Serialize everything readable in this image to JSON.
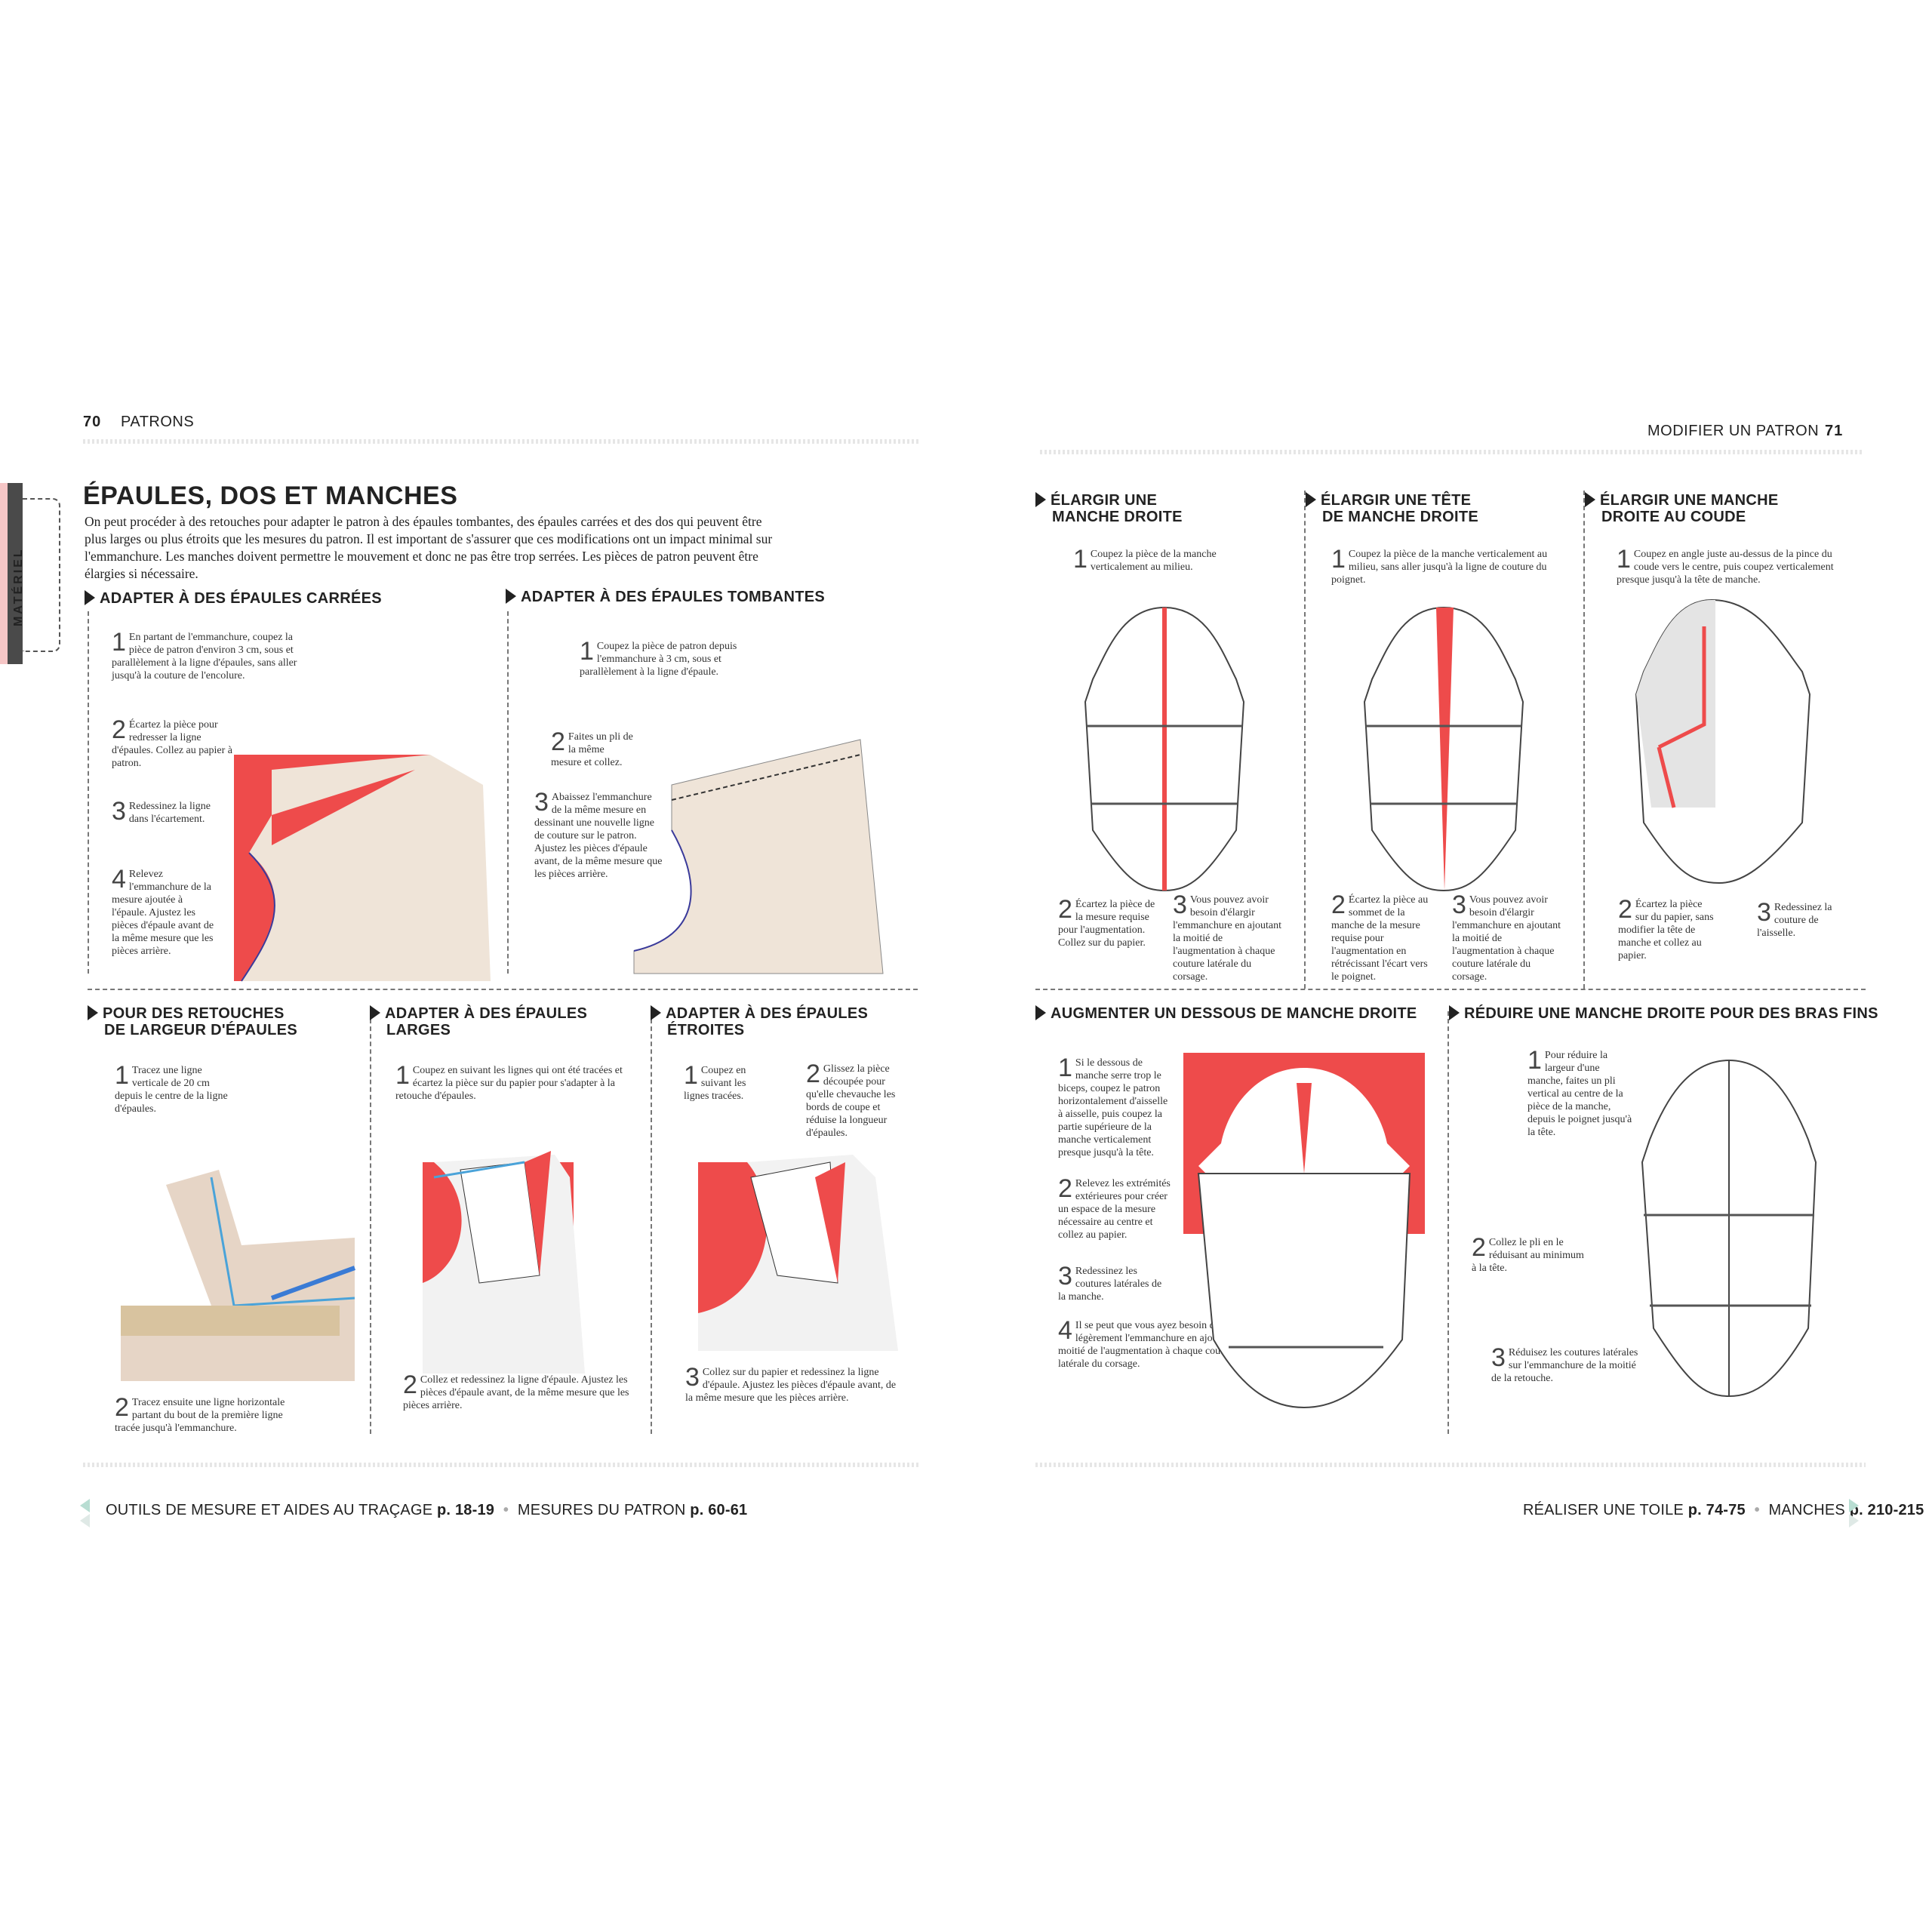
{
  "left": {
    "folio": "70",
    "running_head": "PATRONS",
    "side_tab": "MATÉRIEL",
    "title": "ÉPAULES, DOS ET MANCHES",
    "intro": "On peut procéder à des retouches pour adapter le patron à des épaules tombantes, des épaules carrées et des dos qui peuvent être plus larges ou plus étroits que les mesures du patron. Il est important de s'assurer que ces modifications ont un impact minimal sur l'emmanchure. Les manches doivent permettre le mouvement et donc ne pas être trop serrées. Les pièces de patron peuvent être élargies si nécessaire.",
    "sections": {
      "carrees": {
        "title": "ADAPTER À DES ÉPAULES CARRÉES",
        "steps": [
          {
            "n": "1",
            "text": "En partant de l'emmanchure, coupez la pièce de patron d'environ 3 cm, sous et parallèlement à la ligne d'épaules, sans aller jusqu'à la couture de l'encolure."
          },
          {
            "n": "2",
            "text": "Écartez la pièce pour redresser la ligne d'épaules. Collez au papier à patron."
          },
          {
            "n": "3",
            "text": "Redessinez la ligne dans l'écartement."
          },
          {
            "n": "4",
            "text": "Relevez l'emmanchure de la mesure ajoutée à l'épaule. Ajustez les pièces d'épaule avant de la même mesure que les pièces arrière."
          }
        ]
      },
      "tombantes": {
        "title": "ADAPTER À DES ÉPAULES TOMBANTES",
        "steps": [
          {
            "n": "1",
            "text": "Coupez la pièce de patron depuis l'emmanchure à 3 cm, sous et parallèlement à la ligne d'épaule."
          },
          {
            "n": "2",
            "text": "Faites un pli de la même mesure et collez."
          },
          {
            "n": "3",
            "text": "Abaissez l'emmanchure de la même mesure en dessinant une nouvelle ligne de couture sur le patron. Ajustez les pièces d'épaule avant, de la même mesure que les pièces arrière."
          }
        ]
      },
      "retouches": {
        "title_line1": "POUR DES RETOUCHES",
        "title_line2": "DE LARGEUR D'ÉPAULES",
        "steps": [
          {
            "n": "1",
            "text": "Tracez une ligne verticale de 20 cm depuis le centre de la ligne d'épaules."
          },
          {
            "n": "2",
            "text": "Tracez ensuite une ligne horizontale partant du bout de la première ligne tracée jusqu'à l'emmanchure."
          }
        ]
      },
      "larges": {
        "title_line1": "ADAPTER À DES ÉPAULES",
        "title_line2": "LARGES",
        "steps": [
          {
            "n": "1",
            "text": "Coupez en suivant les lignes qui ont été tracées et écartez la pièce sur du papier pour s'adapter à la retouche d'épaules."
          },
          {
            "n": "2",
            "text": "Collez et redessinez la ligne d'épaule. Ajustez les pièces d'épaule avant, de la même mesure que les pièces arrière."
          }
        ]
      },
      "etroites": {
        "title_line1": "ADAPTER À DES ÉPAULES",
        "title_line2": "ÉTROITES",
        "steps": [
          {
            "n": "1",
            "text": "Coupez en suivant les lignes tracées."
          },
          {
            "n": "2",
            "text": "Glissez la pièce découpée pour qu'elle chevauche les bords de coupe et réduise la longueur d'épaules."
          },
          {
            "n": "3",
            "text": "Collez sur du papier et redessinez la ligne d'épaule. Ajustez les pièces d'épaule avant, de la même mesure que les pièces arrière."
          }
        ]
      }
    },
    "footer": {
      "ref1_label": "OUTILS DE MESURE ET AIDES AU TRAÇAGE",
      "ref1_page": "p. 18-19",
      "ref2_label": "MESURES DU PATRON",
      "ref2_page": "p. 60-61"
    }
  },
  "right": {
    "folio": "71",
    "running_head": "MODIFIER UN PATRON",
    "sections": {
      "elargir": {
        "title_line1": "ÉLARGIR UNE",
        "title_line2": "MANCHE DROITE",
        "steps": [
          {
            "n": "1",
            "text": "Coupez la pièce de la manche verticalement au milieu."
          },
          {
            "n": "2",
            "text": "Écartez la pièce de la mesure requise pour l'augmentation. Collez sur du papier."
          },
          {
            "n": "3",
            "text": "Vous pouvez avoir besoin d'élargir l'emmanchure en ajoutant la moitié de l'augmentation à chaque couture latérale du corsage."
          }
        ]
      },
      "tete": {
        "title_line1": "ÉLARGIR UNE TÊTE",
        "title_line2": "DE MANCHE DROITE",
        "steps": [
          {
            "n": "1",
            "text": "Coupez la pièce de la manche verticalement au milieu, sans aller jusqu'à la ligne de couture du poignet."
          },
          {
            "n": "2",
            "text": "Écartez la pièce au sommet de la manche de la mesure requise pour l'augmentation en rétrécissant l'écart vers le poignet."
          },
          {
            "n": "3",
            "text": "Vous pouvez avoir besoin d'élargir l'emmanchure en ajoutant la moitié de l'augmentation à chaque couture latérale du corsage."
          }
        ]
      },
      "coude": {
        "title_line1": "ÉLARGIR UNE MANCHE",
        "title_line2": "DROITE AU COUDE",
        "steps": [
          {
            "n": "1",
            "text": "Coupez en angle juste au-dessus de la pince du coude vers le centre, puis coupez verticalement presque jusqu'à la tête de manche."
          },
          {
            "n": "2",
            "text": "Écartez la pièce sur du papier, sans modifier la tête de manche et collez au papier."
          },
          {
            "n": "3",
            "text": "Redessinez la couture de l'aisselle."
          }
        ]
      },
      "dessous": {
        "title": "AUGMENTER UN DESSOUS DE MANCHE DROITE",
        "steps": [
          {
            "n": "1",
            "text": "Si le dessous de manche serre trop le biceps, coupez le patron horizontalement d'aisselle à aisselle, puis coupez la partie supérieure de la manche verticalement presque jusqu'à la tête."
          },
          {
            "n": "2",
            "text": "Relevez les extrémités extérieures pour créer un espace de la mesure nécessaire au centre et collez au papier."
          },
          {
            "n": "3",
            "text": "Redessinez les coutures latérales de la manche."
          },
          {
            "n": "4",
            "text": "Il se peut que vous ayez besoin d'élargir légèrement l'emmanchure en ajoutant la moitié de l'augmentation à chaque couture latérale du corsage."
          }
        ]
      },
      "reduire": {
        "title": "RÉDUIRE UNE MANCHE DROITE POUR DES BRAS FINS",
        "steps": [
          {
            "n": "1",
            "text": "Pour réduire la largeur d'une manche, faites un pli vertical au centre de la pièce de la manche, depuis le poignet jusqu'à la tête."
          },
          {
            "n": "2",
            "text": "Collez le pli en le réduisant au minimum à la tête."
          },
          {
            "n": "3",
            "text": "Réduisez les coutures latérales sur l'emmanchure de la moitié de la retouche."
          }
        ]
      }
    },
    "footer": {
      "ref1_label": "RÉALISER UNE TOILE",
      "ref1_page": "p. 74-75",
      "ref2_label": "MANCHES",
      "ref2_page": "p. 210-215"
    }
  },
  "colors": {
    "accent_red": "#ee4b4b",
    "paper": "#efe4d8",
    "tab_dark": "#4a4a4a"
  }
}
